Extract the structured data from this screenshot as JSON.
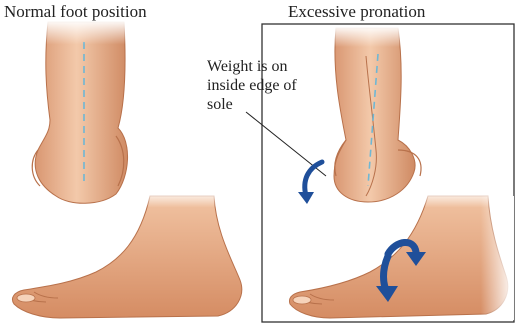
{
  "panels": {
    "normal": {
      "title": "Normal foot position"
    },
    "pronation": {
      "title": "Excessive pronation",
      "annotation": "Weight is on\ninside edge of\nsole"
    }
  },
  "colors": {
    "skin": "#e8ab85",
    "skin_dark": "#c07a52",
    "skin_light": "#f6d3ba",
    "arrow": "#1f4f9a",
    "axis_line": "#6fb7d4",
    "frame": "#333333"
  }
}
